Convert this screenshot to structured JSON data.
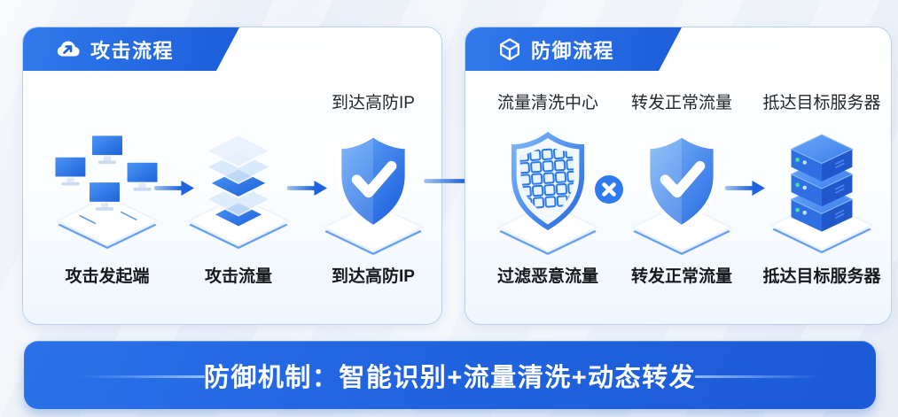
{
  "attack_panel": {
    "header": {
      "label": "攻击流程",
      "icon": "cloud-attack-icon"
    },
    "steps": [
      {
        "top_label": "",
        "bottom_label": "攻击发起端",
        "icon": "attacker-computers-icon"
      },
      {
        "top_label": "",
        "bottom_label": "攻击流量",
        "icon": "attack-traffic-layers-icon"
      },
      {
        "top_label": "到达高防IP",
        "bottom_label": "到达高防IP",
        "icon": "high-defense-shield-check-icon"
      }
    ]
  },
  "defense_panel": {
    "header": {
      "label": "防御流程",
      "icon": "hexagon-shield-icon"
    },
    "steps": [
      {
        "top_label": "流量清洗中心",
        "bottom_label": "过滤恶意流量",
        "icon": "scrubbing-filter-shield-icon"
      },
      {
        "top_label": "转发正常流量",
        "bottom_label": "转发正常流量",
        "icon": "forward-shield-check-icon"
      },
      {
        "top_label": "抵达目标服务器",
        "bottom_label": "抵达目标服务器",
        "icon": "target-server-stack-icon"
      }
    ],
    "block_badge_icon": "block-x-icon"
  },
  "footer": {
    "text": "防御机制：智能识别+流量清洗+动态转发"
  },
  "colors": {
    "primary_blue": "#2066e2",
    "deep_blue": "#1c5ad7",
    "ribbon_blue": "#2568e4",
    "panel_border": "#b4d1f1",
    "label_text": "#1f2329",
    "platform_white": "#ffffff",
    "platform_edge": "#dce9f9",
    "accent_line": "#3b82f0",
    "status_green": "#3fe39b"
  }
}
